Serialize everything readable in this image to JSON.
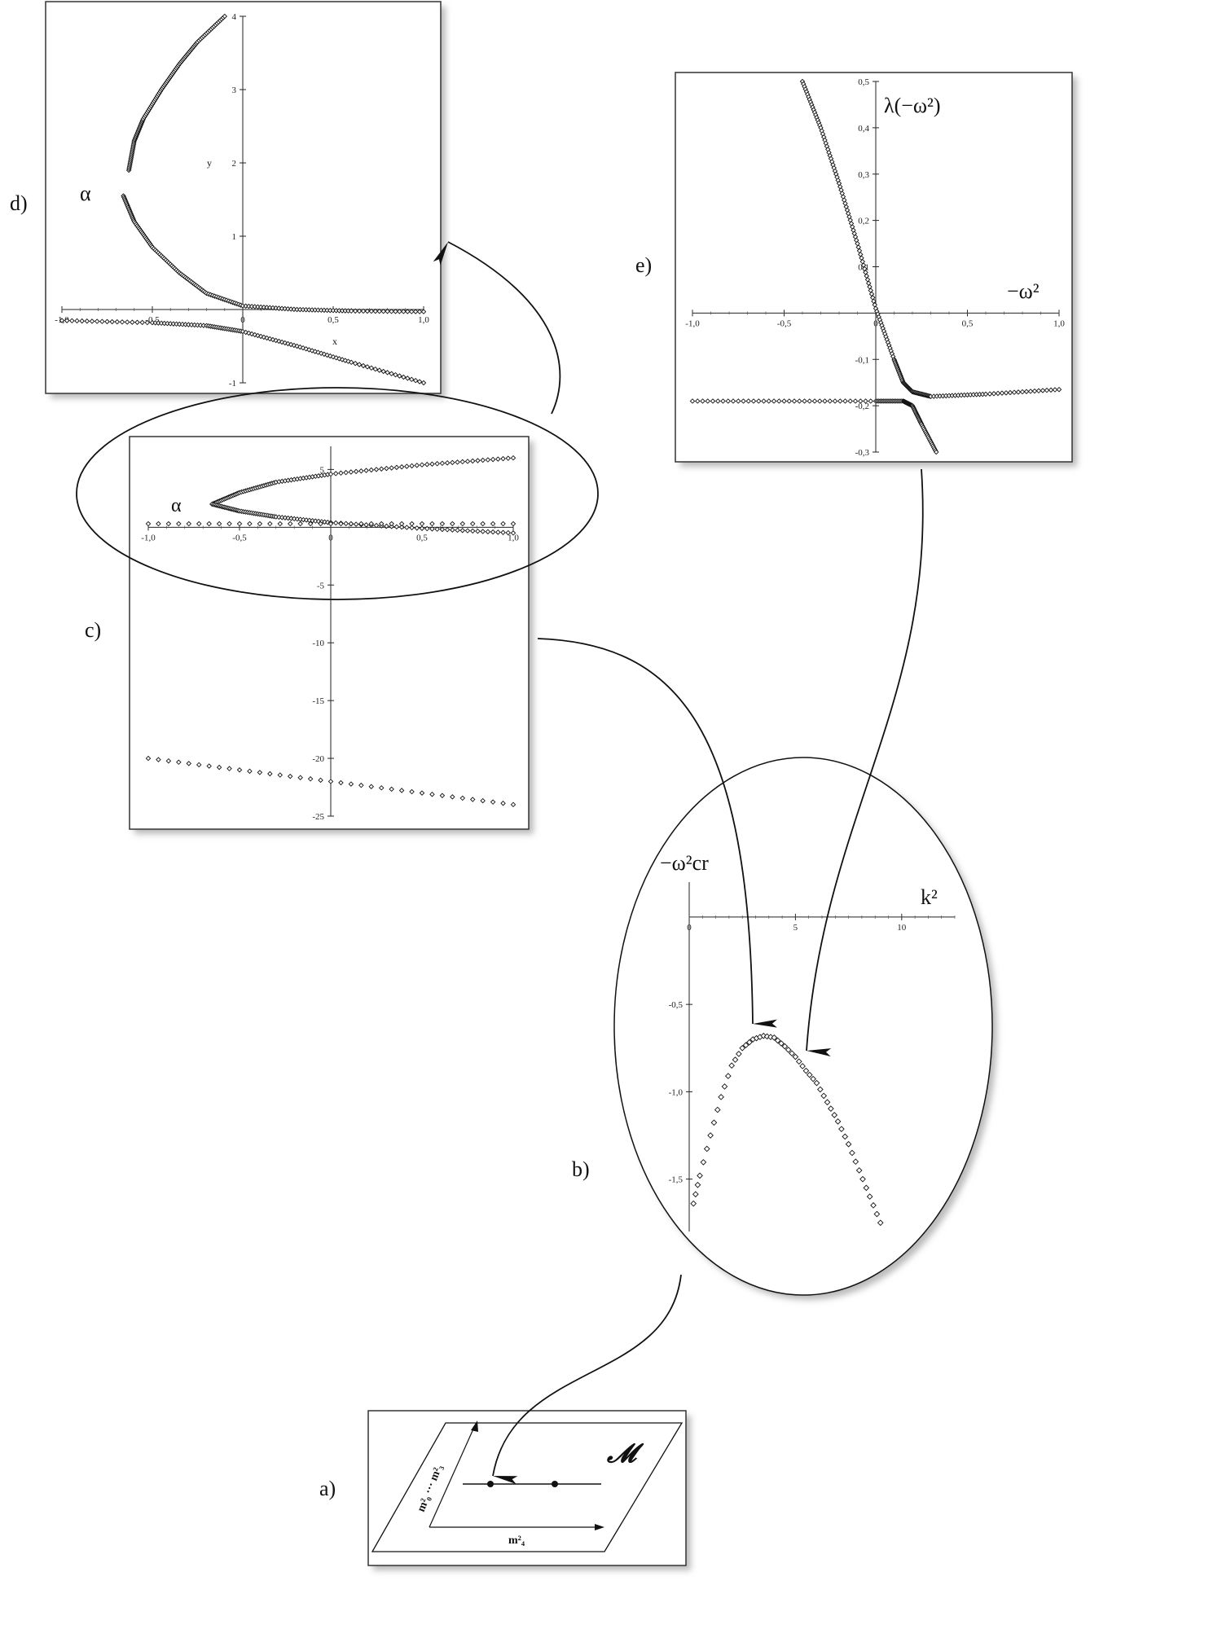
{
  "panel_letters": {
    "a": "a)",
    "b": "b)",
    "c": "c)",
    "d": "d)",
    "e": "e)"
  },
  "colors": {
    "ink": "#111111",
    "shadow": "#c8c8c8",
    "frame": "#333333"
  },
  "panels": {
    "d": {
      "ticks_x": [
        "-1,0",
        "-0,5",
        "0",
        "0,5",
        "1,0"
      ],
      "ticks_y": [
        "-1",
        "1",
        "2",
        "3",
        "4"
      ],
      "xlabel": "x",
      "ylabel": "y",
      "alpha": "α"
    },
    "c": {
      "ticks_x": [
        "-1,0",
        "-0,5",
        "0",
        "0,5",
        "1,0"
      ],
      "ticks_y": [
        "5",
        "-5",
        "-10",
        "-15",
        "-20",
        "-25"
      ],
      "alpha": "α"
    },
    "e": {
      "ticks_x": [
        "-1,0",
        "-0,5",
        "0",
        "0,5",
        "1,0"
      ],
      "ticks_y": [
        "0,5",
        "0,4",
        "0,3",
        "0,2",
        "0,1",
        "-0,1",
        "-0,2",
        "-0,3"
      ],
      "ylabel": "λ(−ω²)",
      "xlabel": "−ω²"
    },
    "b": {
      "ticks_x": [
        "0",
        "5",
        "10"
      ],
      "ticks_y": [
        "-0,5",
        "-1,0",
        "-1,5"
      ],
      "ylabel": "−ω²cr",
      "xlabel": "k²"
    },
    "a": {
      "manifold": "𝓜",
      "vertical_axis": "m²₀ ··· m²₃",
      "horizontal_axis": "m²₄"
    }
  },
  "chart_data": [
    {
      "panel": "d",
      "type": "scatter",
      "xlabel": "x",
      "ylabel": "y",
      "xlim": [
        -1,
        1
      ],
      "ylim": [
        -1,
        4
      ],
      "series": [
        {
          "points": [
            [
              -0.63,
              1.9
            ],
            [
              -0.6,
              2.3
            ],
            [
              -0.55,
              2.6
            ],
            [
              -0.45,
              3.0
            ],
            [
              -0.35,
              3.35
            ],
            [
              -0.25,
              3.65
            ],
            [
              -0.1,
              4.0
            ]
          ]
        },
        {
          "points": [
            [
              -0.66,
              1.55
            ],
            [
              -0.6,
              1.2
            ],
            [
              -0.5,
              0.85
            ],
            [
              -0.35,
              0.5
            ],
            [
              -0.2,
              0.22
            ],
            [
              0.0,
              0.05
            ],
            [
              0.3,
              0.0
            ],
            [
              0.6,
              -0.02
            ],
            [
              1.0,
              -0.03
            ]
          ]
        },
        {
          "points": [
            [
              -1.0,
              -0.15
            ],
            [
              -0.5,
              -0.18
            ],
            [
              -0.2,
              -0.22
            ],
            [
              0.0,
              -0.3
            ],
            [
              0.3,
              -0.5
            ],
            [
              0.6,
              -0.72
            ],
            [
              1.0,
              -1.0
            ]
          ]
        }
      ]
    },
    {
      "panel": "c",
      "type": "scatter",
      "xlim": [
        -1,
        1
      ],
      "ylim": [
        -25,
        7
      ],
      "series": [
        {
          "points": [
            [
              -0.65,
              2.0
            ],
            [
              -0.5,
              3.0
            ],
            [
              -0.3,
              3.9
            ],
            [
              0.0,
              4.6
            ],
            [
              0.5,
              5.4
            ],
            [
              1.0,
              6.0
            ]
          ]
        },
        {
          "points": [
            [
              -0.65,
              2.0
            ],
            [
              -0.5,
              1.4
            ],
            [
              -0.3,
              0.9
            ],
            [
              0.0,
              0.4
            ],
            [
              0.5,
              -0.1
            ],
            [
              1.0,
              -0.5
            ]
          ]
        },
        {
          "points": [
            [
              -1.0,
              0.3
            ],
            [
              0.0,
              0.3
            ],
            [
              1.0,
              0.3
            ]
          ]
        },
        {
          "points": [
            [
              -1.0,
              -20.0
            ],
            [
              0.0,
              -22.0
            ],
            [
              1.0,
              -24.0
            ]
          ]
        }
      ]
    },
    {
      "panel": "e",
      "type": "scatter",
      "xlabel": "−ω²",
      "ylabel": "λ(−ω²)",
      "xlim": [
        -1,
        1
      ],
      "ylim": [
        -0.3,
        0.5
      ],
      "series": [
        {
          "points": [
            [
              -0.4,
              0.5
            ],
            [
              -0.3,
              0.4
            ],
            [
              -0.2,
              0.28
            ],
            [
              -0.1,
              0.15
            ],
            [
              0.0,
              0.01
            ],
            [
              0.1,
              -0.1
            ],
            [
              0.15,
              -0.15
            ],
            [
              0.2,
              -0.17
            ],
            [
              0.3,
              -0.18
            ],
            [
              0.6,
              -0.175
            ],
            [
              1.0,
              -0.165
            ]
          ]
        },
        {
          "points": [
            [
              -1.0,
              -0.19
            ],
            [
              -0.5,
              -0.19
            ],
            [
              0.0,
              -0.19
            ],
            [
              0.15,
              -0.19
            ],
            [
              0.2,
              -0.2
            ],
            [
              0.25,
              -0.24
            ],
            [
              0.33,
              -0.3
            ]
          ]
        }
      ]
    },
    {
      "panel": "b",
      "type": "scatter",
      "xlabel": "k²",
      "ylabel": "−ω²cr",
      "xlim": [
        0,
        12.5
      ],
      "ylim": [
        -1.8,
        0.2
      ],
      "series": [
        {
          "points": [
            [
              0.2,
              -1.64
            ],
            [
              0.5,
              -1.48
            ],
            [
              1.0,
              -1.25
            ],
            [
              1.5,
              -1.03
            ],
            [
              2.0,
              -0.85
            ],
            [
              2.5,
              -0.75
            ],
            [
              3.0,
              -0.7
            ],
            [
              3.5,
              -0.68
            ],
            [
              4.0,
              -0.69
            ],
            [
              4.5,
              -0.74
            ],
            [
              5.0,
              -0.8
            ],
            [
              5.5,
              -0.88
            ],
            [
              6.0,
              -0.95
            ],
            [
              6.5,
              -1.06
            ],
            [
              7.0,
              -1.17
            ],
            [
              7.5,
              -1.3
            ],
            [
              8.0,
              -1.45
            ],
            [
              8.5,
              -1.6
            ],
            [
              9.0,
              -1.75
            ]
          ]
        }
      ]
    }
  ]
}
